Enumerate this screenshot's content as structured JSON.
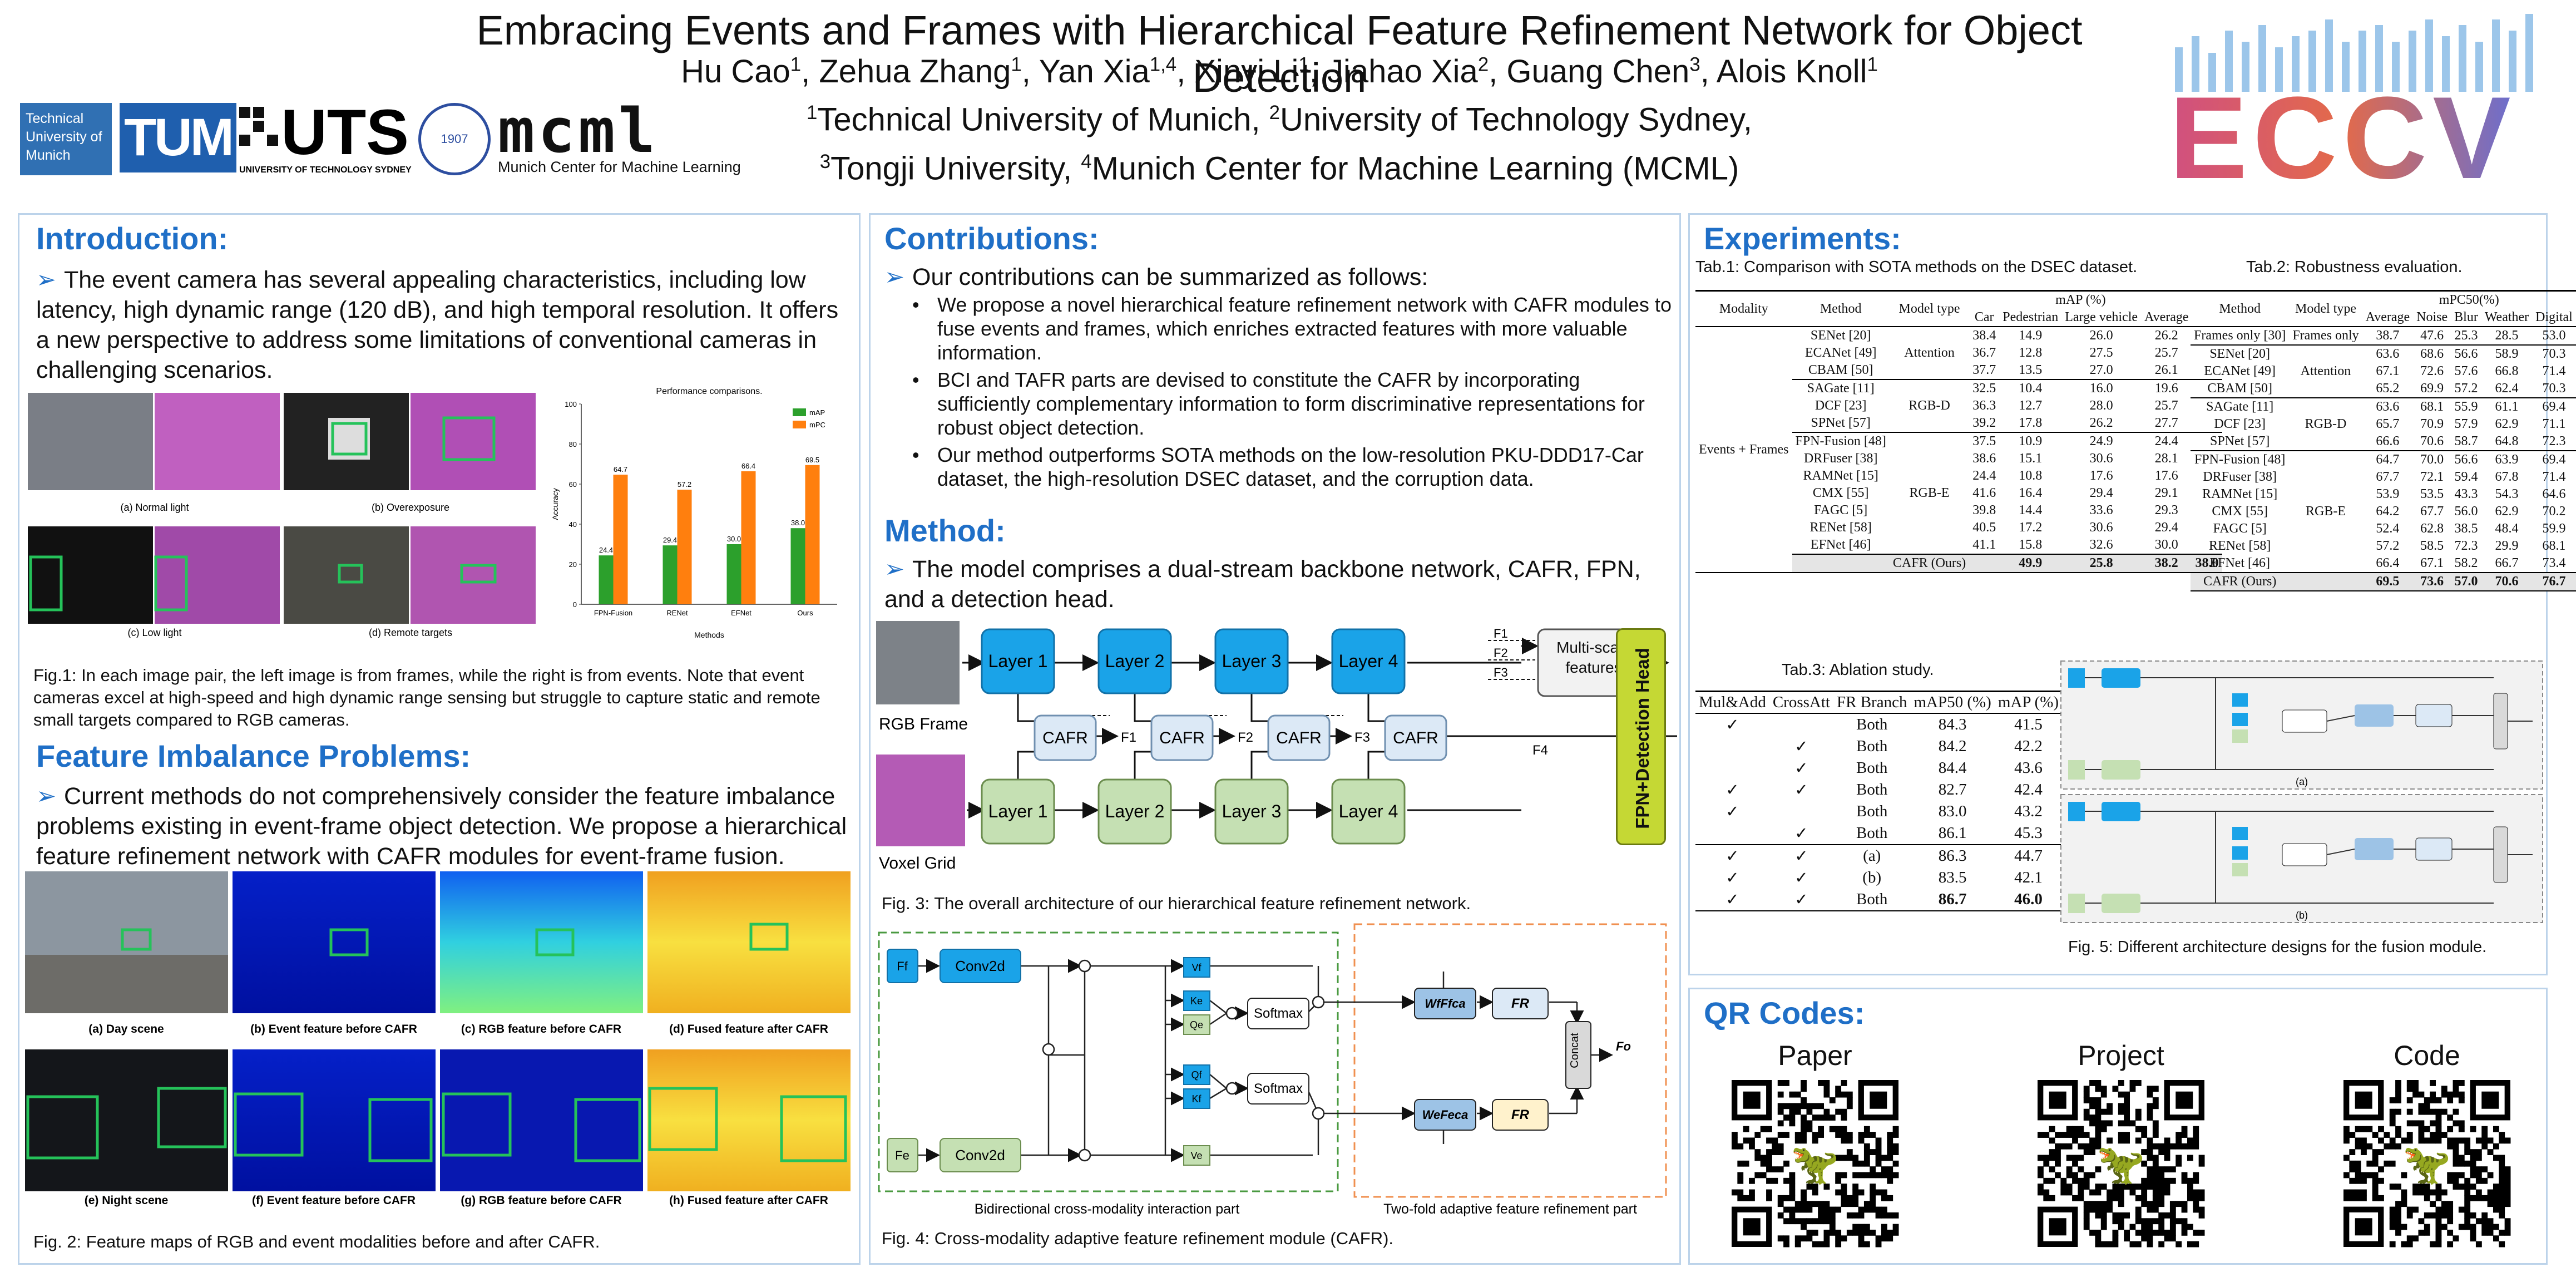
{
  "header": {
    "title": "Embracing Events and Frames with Hierarchical Feature Refinement Network for Object Detection",
    "authors": [
      {
        "name": "Hu Cao",
        "aff": "1"
      },
      {
        "name": "Zehua Zhang",
        "aff": "1"
      },
      {
        "name": "Yan Xia",
        "aff": "1,4"
      },
      {
        "name": "Xinyi Li",
        "aff": "1"
      },
      {
        "name": "Jiahao Xia",
        "aff": "2"
      },
      {
        "name": "Guang Chen",
        "aff": "3"
      },
      {
        "name": "Alois Knoll",
        "aff": "1"
      }
    ],
    "affil_line1": [
      {
        "num": "1",
        "name": "Technical University of Munich, "
      },
      {
        "num": "2",
        "name": "University of Technology Sydney,"
      }
    ],
    "affil_line2": [
      {
        "num": "3",
        "name": "Tongji University, "
      },
      {
        "num": "4",
        "name": "Munich Center for Machine Learning (MCML)"
      }
    ],
    "logos": {
      "tum_text": "Technical University of Munich",
      "tum": "TUM",
      "uts": "UTS",
      "uts_sub": "UNIVERSITY OF TECHNOLOGY SYDNEY",
      "tongji": "1907",
      "mcml": "mcml",
      "mcml_sub": "Munich Center for Machine Learning",
      "eccv": "ECCV"
    }
  },
  "intro": {
    "heading": "Introduction:",
    "text": "The event camera has several appealing characteristics, including low latency, high dynamic range (120 dB), and high temporal resolution. It offers a new perspective to address some limitations of conventional cameras in challenging scenarios.",
    "fig1_labels": [
      "(a) Normal light",
      "(b) Overexposure",
      "(c) Low light",
      "(d) Remote targets"
    ],
    "fig1_caption": "Fig.1: In each image pair, the left image is from frames, while the right is from events. Note that event cameras excel at high-speed and high dynamic range sensing but struggle to capture static and remote small targets compared to RGB cameras."
  },
  "chart_data": {
    "type": "bar",
    "title": "Performance comparisons.",
    "xlabel": "Methods",
    "ylabel": "Accuracy",
    "ylim": [
      0,
      100
    ],
    "yticks": [
      0,
      20,
      40,
      60,
      80,
      100
    ],
    "categories": [
      "FPN-Fusion",
      "RENet",
      "EFNet",
      "Ours"
    ],
    "series": [
      {
        "name": "mAP",
        "color": "#2ca02c",
        "values": [
          24.4,
          29.4,
          30.0,
          38.0
        ],
        "labels": [
          "24.4",
          "29.4",
          "30.0",
          "38.0"
        ]
      },
      {
        "name": "mPC",
        "color": "#ff7f0e",
        "values": [
          64.7,
          57.2,
          66.4,
          69.5
        ],
        "labels": [
          "64.7",
          "57.2",
          "66.4",
          "69.5"
        ]
      }
    ],
    "legend": "top-right"
  },
  "imbalance": {
    "heading": "Feature Imbalance Problems:",
    "text": "Current methods do not comprehensively consider the feature imbalance problems existing in event-frame object detection. We propose a hierarchical feature refinement network with CAFR modules for event-frame fusion.",
    "fig2_labels": [
      "(a) Day scene",
      "(b) Event feature before CAFR",
      "(c) RGB feature before CAFR",
      "(d) Fused feature after CAFR",
      "(e) Night scene",
      "(f) Event feature before CAFR",
      "(g) RGB feature before CAFR",
      "(h) Fused feature after CAFR"
    ],
    "fig2_caption": "Fig. 2: Feature maps of RGB and event modalities before and after CAFR."
  },
  "contrib": {
    "heading": "Contributions:",
    "lead": "Our contributions can be summarized as follows:",
    "items": [
      "We propose a novel hierarchical feature refinement network with CAFR modules to fuse events and frames, which enriches extracted features with more valuable information.",
      "BCI and TAFR parts are devised to constitute the CAFR by incorporating sufficiently complementary information to form discriminative representations for robust object detection.",
      "Our method outperforms SOTA methods on the low-resolution PKU-DDD17-Car dataset, the high-resolution DSEC dataset, and the corruption data."
    ]
  },
  "method": {
    "heading": "Method:",
    "text": "The model comprises a dual-stream backbone network, CAFR, FPN, and a detection head.",
    "arch": {
      "layers": [
        "Layer 1",
        "Layer 2",
        "Layer 3",
        "Layer 4"
      ],
      "cafr": "CAFR",
      "f_labels": [
        "F1",
        "F2",
        "F3",
        "F4"
      ],
      "multiscale": "Multi-scale features",
      "head": "FPN+Detection Head",
      "rgb_label": "RGB Frame",
      "voxel_label": "Voxel Grid"
    },
    "fig3_caption": "Fig. 3: The overall architecture of our hierarchical feature refinement network.",
    "cafr_diagram": {
      "ff": "Ff",
      "fe": "Fe",
      "conv": "Conv2d",
      "softmax": "Softmax",
      "concat": "Concat",
      "fr": "FR",
      "left_label": "Bidirectional cross-modality interaction part",
      "right_label": "Two-fold adaptive feature refinement part",
      "vf": "Vf",
      "ke": "Ke",
      "qe": "Qe",
      "qf": "Qf",
      "kf": "Kf",
      "ve": "Ve",
      "wf": "WfFfca",
      "we": "WeFeca",
      "fo": "Fo"
    },
    "fig4_caption": "Fig. 4: Cross-modality adaptive feature refinement module (CAFR)."
  },
  "experiments": {
    "heading": "Experiments:",
    "tab1_title": "Tab.1: Comparison with SOTA methods on the DSEC dataset.",
    "tab1_headers": [
      "Modality",
      "Method",
      "Model type",
      "mAP (%)",
      "Car",
      "Pedestrian",
      "Large vehicle",
      "Average"
    ],
    "tab1_modality": "Events + Frames",
    "tab1_groups": [
      {
        "type": "Attention",
        "rows": [
          [
            "SENet [20]",
            "38.4",
            "14.9",
            "26.0",
            "26.2"
          ],
          [
            "ECANet [49]",
            "36.7",
            "12.8",
            "27.5",
            "25.7"
          ],
          [
            "CBAM [50]",
            "37.7",
            "13.5",
            "27.0",
            "26.1"
          ]
        ]
      },
      {
        "type": "RGB-D",
        "rows": [
          [
            "SAGate [11]",
            "32.5",
            "10.4",
            "16.0",
            "19.6"
          ],
          [
            "DCF [23]",
            "36.3",
            "12.7",
            "28.0",
            "25.7"
          ],
          [
            "SPNet [57]",
            "39.2",
            "17.8",
            "26.2",
            "27.7"
          ]
        ]
      },
      {
        "type": "RGB-E",
        "rows": [
          [
            "FPN-Fusion [48]",
            "37.5",
            "10.9",
            "24.9",
            "24.4"
          ],
          [
            "DRFuser [38]",
            "38.6",
            "15.1",
            "30.6",
            "28.1"
          ],
          [
            "RAMNet [15]",
            "24.4",
            "10.8",
            "17.6",
            "17.6"
          ],
          [
            "CMX [55]",
            "41.6",
            "16.4",
            "29.4",
            "29.1"
          ],
          [
            "FAGC [5]",
            "39.8",
            "14.4",
            "33.6",
            "29.3"
          ],
          [
            "RENet [58]",
            "40.5",
            "17.2",
            "30.6",
            "29.4"
          ],
          [
            "EFNet [46]",
            "41.1",
            "15.8",
            "32.6",
            "30.0"
          ]
        ]
      }
    ],
    "tab1_ours": [
      "CAFR (Ours)",
      "49.9",
      "25.8",
      "38.2",
      "38.0"
    ],
    "tab2_title": "Tab.2: Robustness evaluation.",
    "tab2_headers": [
      "Method",
      "Model type",
      "mPC50(%)",
      "Average",
      "Noise",
      "Blur",
      "Weather",
      "Digital"
    ],
    "tab2_frames": [
      "Frames only [30]",
      "Frames only",
      "38.7",
      "47.6",
      "25.3",
      "28.5",
      "53.0"
    ],
    "tab2_groups": [
      {
        "type": "Attention",
        "rows": [
          [
            "SENet [20]",
            "63.6",
            "68.6",
            "56.6",
            "58.9",
            "70.3"
          ],
          [
            "ECANet [49]",
            "67.1",
            "72.6",
            "57.6",
            "66.8",
            "71.4"
          ],
          [
            "CBAM [50]",
            "65.2",
            "69.9",
            "57.2",
            "62.4",
            "70.3"
          ]
        ]
      },
      {
        "type": "RGB-D",
        "rows": [
          [
            "SAGate [11]",
            "63.6",
            "68.1",
            "55.9",
            "61.1",
            "69.4"
          ],
          [
            "DCF [23]",
            "65.7",
            "70.9",
            "57.9",
            "62.9",
            "71.1"
          ],
          [
            "SPNet [57]",
            "66.6",
            "70.6",
            "58.7",
            "64.8",
            "72.3"
          ]
        ]
      },
      {
        "type": "RGB-E",
        "rows": [
          [
            "FPN-Fusion [48]",
            "64.7",
            "70.0",
            "56.6",
            "63.9",
            "69.4"
          ],
          [
            "DRFuser [38]",
            "67.7",
            "72.1",
            "59.4",
            "67.8",
            "71.4"
          ],
          [
            "RAMNet [15]",
            "53.9",
            "53.5",
            "43.3",
            "54.3",
            "64.6"
          ],
          [
            "CMX [55]",
            "64.2",
            "67.7",
            "56.0",
            "62.9",
            "70.2"
          ],
          [
            "FAGC [5]",
            "52.4",
            "62.8",
            "38.5",
            "48.4",
            "59.9"
          ],
          [
            "RENet [58]",
            "57.2",
            "58.5",
            "72.3",
            "29.9",
            "68.1"
          ],
          [
            "EFNet [46]",
            "66.4",
            "67.1",
            "58.2",
            "66.7",
            "73.4"
          ]
        ]
      }
    ],
    "tab2_ours": [
      "CAFR (Ours)",
      "69.5",
      "73.6",
      "57.0",
      "70.6",
      "76.7"
    ],
    "tab3_title": "Tab.3: Ablation study.",
    "tab3_headers": [
      "Mul&Add",
      "CrossAtt",
      "FR Branch",
      "mAP50 (%)",
      "mAP (%)"
    ],
    "tab3_rows": [
      [
        "✓",
        "",
        "Both",
        "84.3",
        "41.5"
      ],
      [
        "",
        "✓",
        "Both",
        "84.2",
        "42.2"
      ],
      [
        "",
        "✓",
        "Both",
        "84.4",
        "43.6"
      ],
      [
        "✓",
        "✓",
        "Both",
        "82.7",
        "42.4"
      ],
      [
        "✓",
        "",
        "Both",
        "83.0",
        "43.2"
      ],
      [
        "",
        "✓",
        "Both",
        "86.1",
        "45.3"
      ],
      [
        "✓",
        "✓",
        "(a)",
        "86.3",
        "44.7"
      ],
      [
        "✓",
        "✓",
        "(b)",
        "83.5",
        "42.1"
      ],
      [
        "✓",
        "✓",
        "Both",
        "86.7",
        "46.0"
      ]
    ],
    "fig5_labels": [
      "(a)",
      "(b)"
    ],
    "fig5_caption": "Fig. 5: Different architecture designs for the fusion module."
  },
  "qr": {
    "heading": "QR Codes:",
    "items": [
      "Paper",
      "Project",
      "Code"
    ]
  }
}
